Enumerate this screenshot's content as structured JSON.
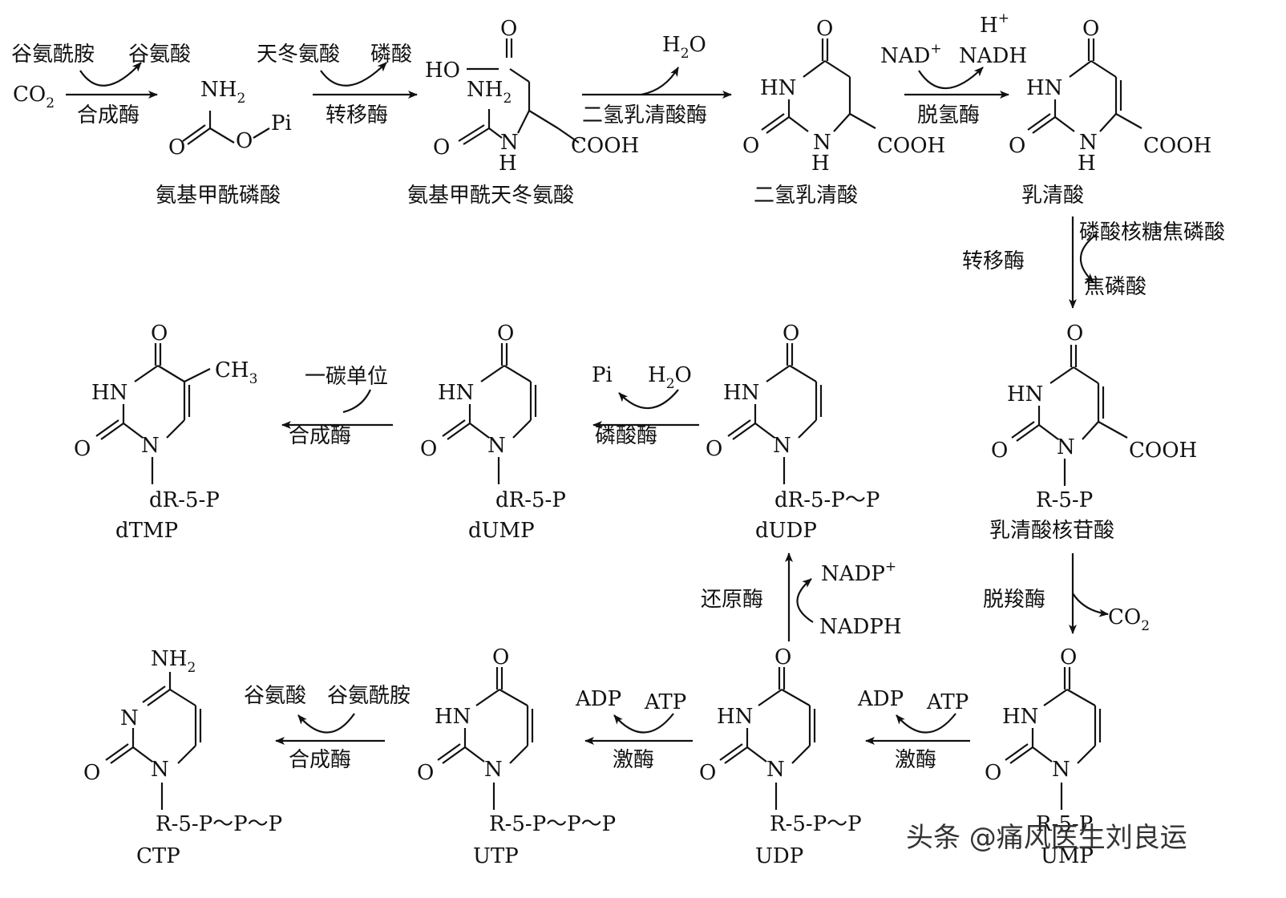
{
  "row1": {
    "step1": {
      "reactant1": "谷氨酰胺",
      "product1": "谷氨酸",
      "substrate": "CO",
      "substrate_sub": "2",
      "enzyme": "合成酶"
    },
    "mol1": {
      "nh2": "NH",
      "nh2_sub": "2",
      "pi": "Pi",
      "o1": "O",
      "o2": "O",
      "name": "氨基甲酰磷酸"
    },
    "step2": {
      "reactant1": "天冬氨酸",
      "product1": "磷酸",
      "enzyme": "转移酶"
    },
    "mol2": {
      "ho": "HO",
      "o_top": "O",
      "nh2": "NH",
      "nh2_sub": "2",
      "o": "O",
      "n": "N",
      "h": "H",
      "cooh": "COOH",
      "name": "氨基甲酰天冬氨酸"
    },
    "step3": {
      "product": "H",
      "product_sub": "2",
      "product_tail": "O",
      "enzyme": "二氢乳清酸酶"
    },
    "mol3": {
      "o_top": "O",
      "hn": "HN",
      "o": "O",
      "n": "N",
      "h": "H",
      "cooh": "COOH",
      "name": "二氢乳清酸"
    },
    "step4": {
      "reactant": "NAD",
      "reactant_sup": "+",
      "product": "NADH",
      "hplus": "H",
      "hplus_sup": "+",
      "enzyme": "脱氢酶"
    },
    "mol4": {
      "o_top": "O",
      "hn": "HN",
      "o": "O",
      "n": "N",
      "h": "H",
      "cooh": "COOH",
      "name": "乳清酸"
    }
  },
  "vertical1": {
    "enzyme": "转移酶",
    "reactant": "磷酸核糖焦磷酸",
    "product": "焦磷酸"
  },
  "row2": {
    "omp": {
      "o_top": "O",
      "hn": "HN",
      "o": "O",
      "n": "N",
      "cooh": "COOH",
      "sugar": "R-5-P",
      "name": "乳清酸核苷酸"
    },
    "dudp": {
      "o_top": "O",
      "hn": "HN",
      "o": "O",
      "n": "N",
      "sugar": "dR-5-P～P",
      "name": "dUDP"
    },
    "step_dudp_dump": {
      "product": "Pi",
      "reactant": "H",
      "reactant_sub": "2",
      "reactant_tail": "O",
      "enzyme": "磷酸酶"
    },
    "dump": {
      "o_top": "O",
      "hn": "HN",
      "o": "O",
      "n": "N",
      "sugar": "dR-5-P",
      "name": "dUMP"
    },
    "step_dump_dtmp": {
      "reactant": "一碳单位",
      "enzyme": "合成酶"
    },
    "dtmp": {
      "o_top": "O",
      "hn": "HN",
      "o": "O",
      "n": "N",
      "ch3": "CH",
      "ch3_sub": "3",
      "sugar": "dR-5-P",
      "name": "dTMP"
    }
  },
  "vertical2": {
    "enzyme": "脱羧酶",
    "product": "CO",
    "product_sub": "2"
  },
  "vertical3": {
    "enzyme": "还原酶",
    "product": "NADP",
    "product_sup": "+",
    "reactant": "NADPH"
  },
  "row3": {
    "ump": {
      "o_top": "O",
      "hn": "HN",
      "o": "O",
      "n": "N",
      "sugar": "R-5-P",
      "name": "UMP"
    },
    "step_ump_udp": {
      "product": "ADP",
      "reactant": "ATP",
      "enzyme": "激酶"
    },
    "udp": {
      "o_top": "O",
      "hn": "HN",
      "o": "O",
      "n": "N",
      "sugar": "R-5-P～P",
      "name": "UDP"
    },
    "step_udp_utp": {
      "product": "ADP",
      "reactant": "ATP",
      "enzyme": "激酶"
    },
    "utp": {
      "o_top": "O",
      "hn": "HN",
      "o": "O",
      "n": "N",
      "sugar": "R-5-P～P～P",
      "name": "UTP"
    },
    "step_utp_ctp": {
      "product": "谷氨酸",
      "reactant": "谷氨酰胺",
      "enzyme": "合成酶"
    },
    "ctp": {
      "nh2": "NH",
      "nh2_sub": "2",
      "n3": "N",
      "o": "O",
      "n": "N",
      "sugar": "R-5-P～P～P",
      "name": "CTP"
    }
  },
  "watermark": "头条 @痛风医生刘良运"
}
